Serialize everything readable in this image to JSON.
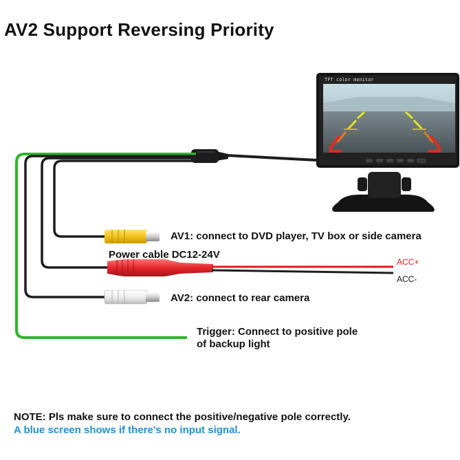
{
  "title": "AV2 Support Reversing Priority",
  "monitor": {
    "brand_text": "TFT color monitor"
  },
  "labels": {
    "av1": "AV1: connect to DVD player, TV box or side camera",
    "power": "Power cable DC12-24V",
    "acc_plus": "ACC+",
    "acc_minus": "ACC-",
    "av2": "AV2: connect to rear camera",
    "trigger_line1": "Trigger: Connect to positive pole",
    "trigger_line2": "of backup light"
  },
  "note": {
    "line1": "NOTE: Pls make sure to connect the positive/negative pole correctly.",
    "line2": "A blue screen shows if there's no input signal."
  },
  "colors": {
    "trigger_wire": "#2db52d",
    "acc_plus": "#e11b1b",
    "note_blue": "#1f8fd6",
    "av1_connector": "#f2c31a",
    "power_connector": "#e4262b",
    "av2_connector": "#f2f2f2"
  }
}
